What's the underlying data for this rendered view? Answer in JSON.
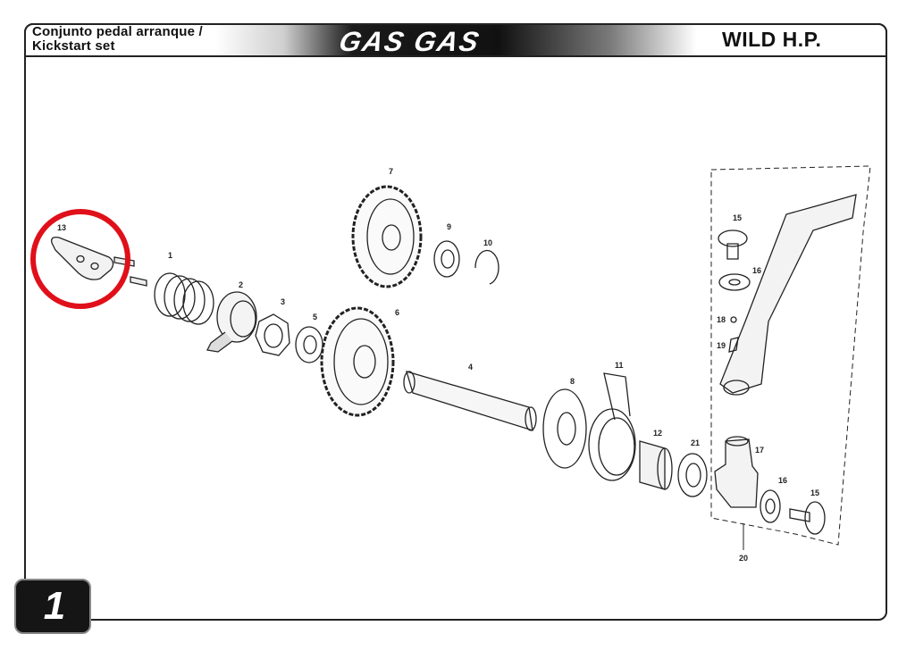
{
  "header": {
    "title_line1": "Conjunto pedal arranque /",
    "title_line2": "Kickstart set",
    "brand": "GAS GAS",
    "model": "WILD H.P."
  },
  "page": {
    "number": "1"
  },
  "callouts": {
    "p1": "1",
    "p2": "2",
    "p3": "3",
    "p4": "4",
    "p5": "5",
    "p6": "6",
    "p7": "7",
    "p8": "8",
    "p9": "9",
    "p10": "10",
    "p11": "11",
    "p12": "12",
    "p13": "13",
    "p15a": "15",
    "p15b": "15",
    "p16a": "16",
    "p16b": "16",
    "p17": "17",
    "p18": "18",
    "p19": "19",
    "p20": "20",
    "p21": "21"
  },
  "colors": {
    "highlight": "#e0101a",
    "ink": "#222222"
  }
}
